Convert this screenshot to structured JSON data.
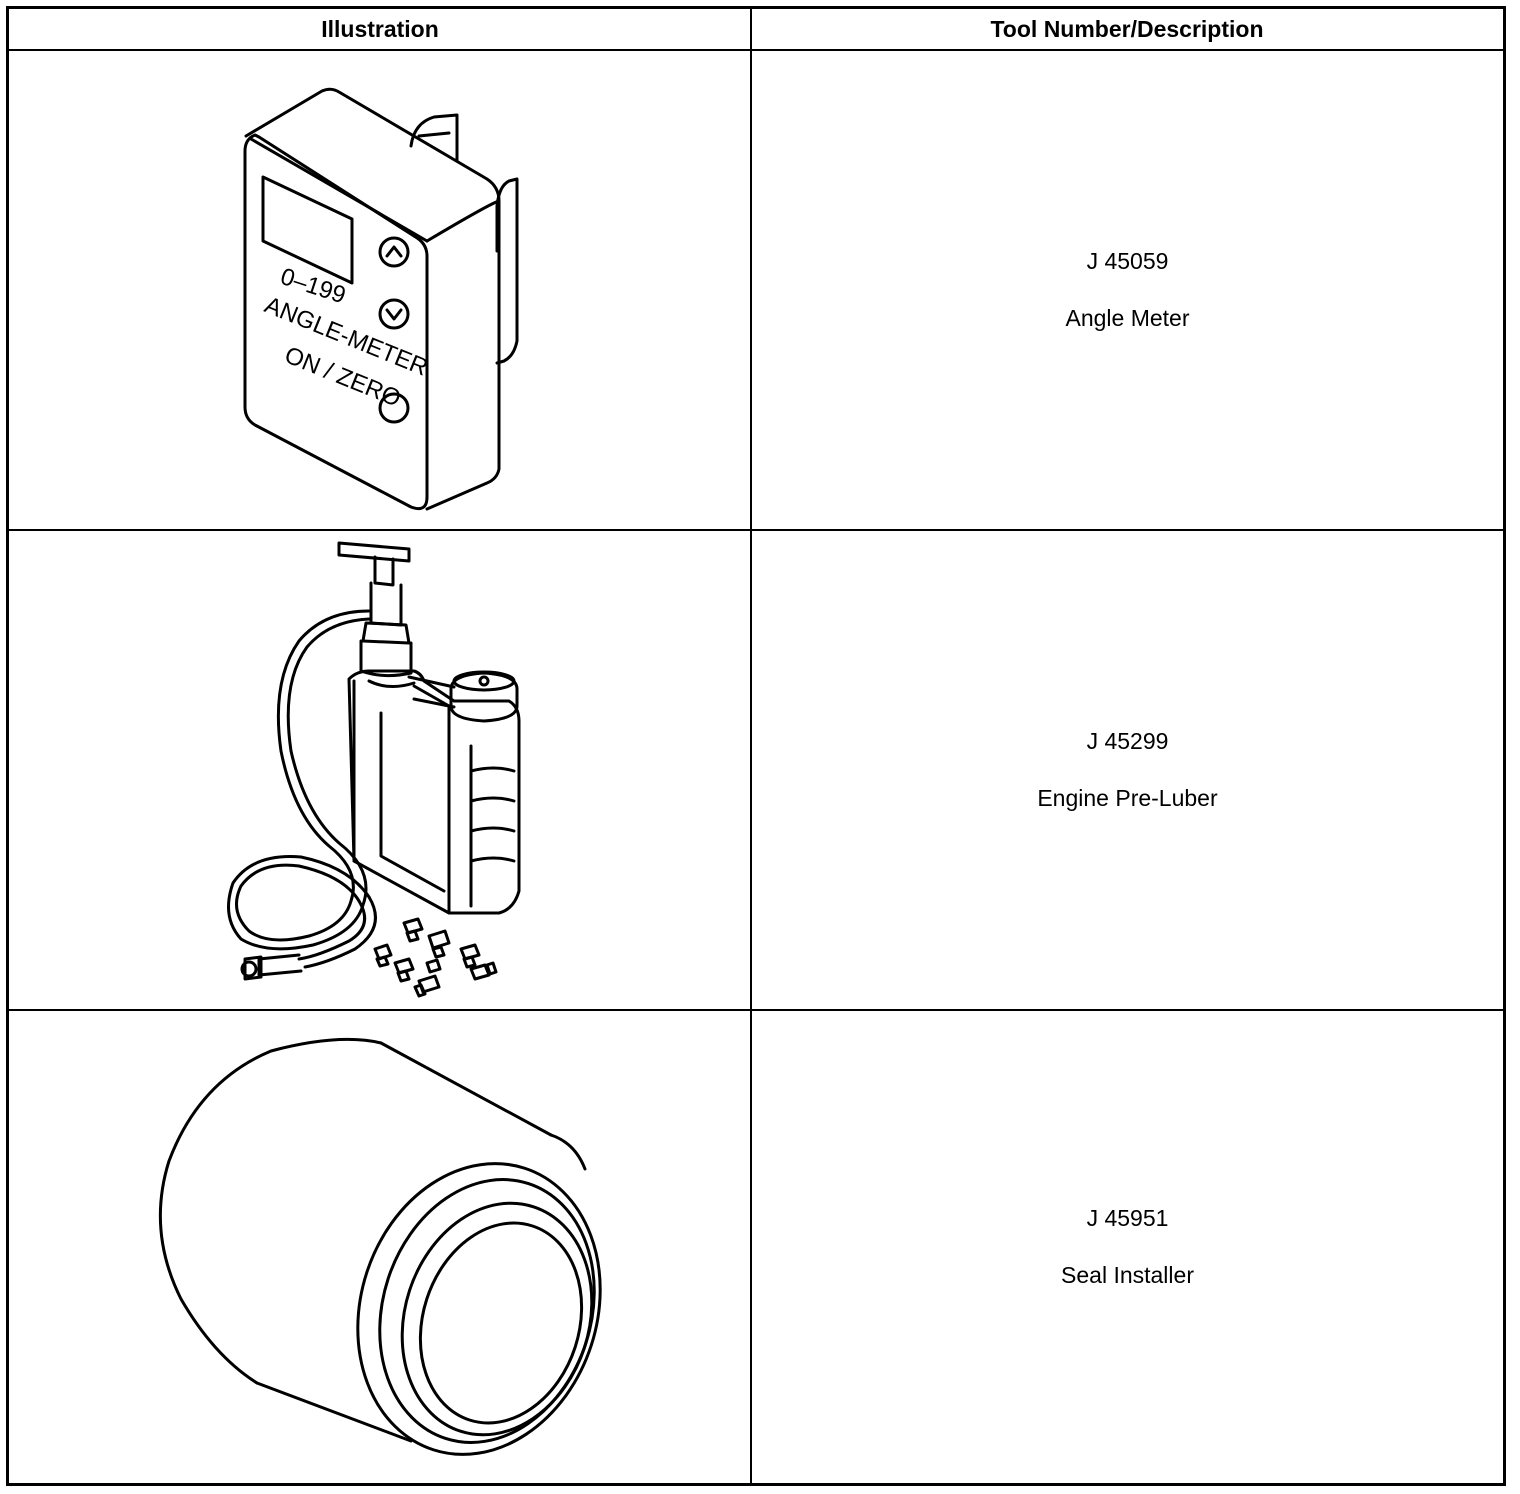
{
  "table": {
    "headers": {
      "illustration": "Illustration",
      "tool": "Tool Number/Description"
    },
    "rows": [
      {
        "tool_number": "J 45059",
        "description": "Angle Meter",
        "illustration_icon": "angle-meter-icon",
        "device_labels": {
          "range": "0–199",
          "model": "ANGLE-METER",
          "button": "ON / ZERO"
        }
      },
      {
        "tool_number": "J 45299",
        "description": "Engine Pre-Luber",
        "illustration_icon": "engine-pre-luber-icon"
      },
      {
        "tool_number": "J 45951",
        "description": "Seal Installer",
        "illustration_icon": "seal-installer-icon"
      }
    ]
  },
  "colors": {
    "line": "#000000",
    "background": "#ffffff"
  }
}
